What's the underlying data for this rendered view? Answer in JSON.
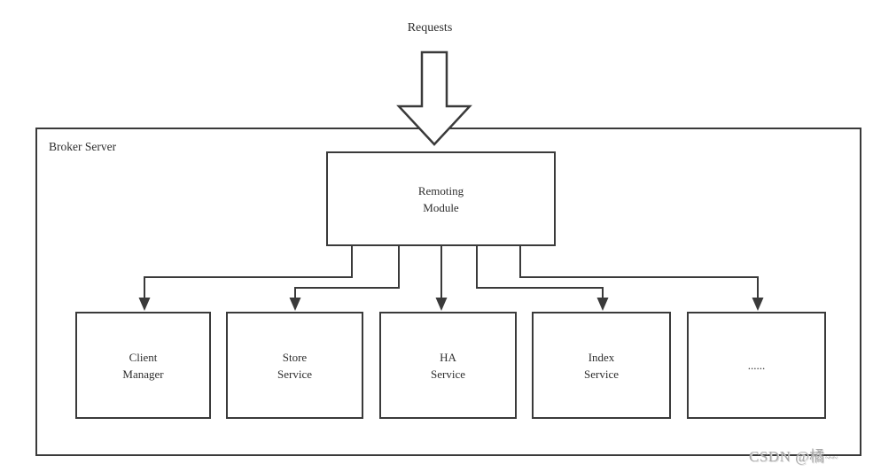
{
  "colors": {
    "background": "#ffffff",
    "stroke": "#3a3a3a",
    "text": "#2e2e2e",
    "watermark": "#a8a8a8"
  },
  "diagram": {
    "requests_label": "Requests",
    "container_label": "Broker Server",
    "nodes": {
      "remoting": {
        "line1": "Remoting",
        "line2": "Module"
      },
      "services": [
        {
          "line1": "Client",
          "line2": "Manager"
        },
        {
          "line1": "Store",
          "line2": "Service"
        },
        {
          "line1": "HA",
          "line2": "Service"
        },
        {
          "line1": "Index",
          "line2": "Service"
        },
        {
          "line1": "......",
          "line2": ""
        }
      ]
    },
    "icons": {
      "requests_arrow": "down-arrow-icon",
      "connector_arrowheads": "down-arrowhead-icon"
    },
    "watermark": {
      "text": "CSDN @橘",
      "tail": "~~~"
    }
  }
}
